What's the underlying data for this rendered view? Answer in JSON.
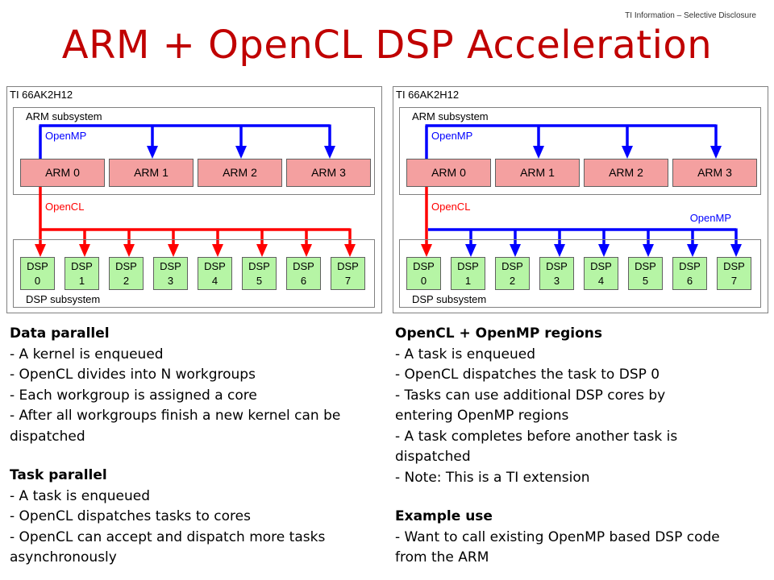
{
  "slide": {
    "disclosure": "TI Information – Selective Disclosure",
    "title": "ARM + OpenCL DSP Acceleration"
  },
  "diagrams": [
    {
      "chip": "TI 66AK2H12",
      "arm_subsystem": "ARM subsystem",
      "dsp_subsystem": "DSP subsystem",
      "openmp_label": "OpenMP",
      "opencl_label": "OpenCL",
      "arm_cores": [
        "ARM 0",
        "ARM 1",
        "ARM 2",
        "ARM 3"
      ],
      "dsp_cores": [
        [
          "DSP",
          "0"
        ],
        [
          "DSP",
          "1"
        ],
        [
          "DSP",
          "2"
        ],
        [
          "DSP",
          "3"
        ],
        [
          "DSP",
          "4"
        ],
        [
          "DSP",
          "5"
        ],
        [
          "DSP",
          "6"
        ],
        [
          "DSP",
          "7"
        ]
      ]
    },
    {
      "chip": "TI 66AK2H12",
      "arm_subsystem": "ARM subsystem",
      "dsp_subsystem": "DSP subsystem",
      "openmp_label": "OpenMP",
      "opencl_label": "OpenCL",
      "openmp2_label": "OpenMP",
      "arm_cores": [
        "ARM 0",
        "ARM 1",
        "ARM 2",
        "ARM 3"
      ],
      "dsp_cores": [
        [
          "DSP",
          "0"
        ],
        [
          "DSP",
          "1"
        ],
        [
          "DSP",
          "2"
        ],
        [
          "DSP",
          "3"
        ],
        [
          "DSP",
          "4"
        ],
        [
          "DSP",
          "5"
        ],
        [
          "DSP",
          "6"
        ],
        [
          "DSP",
          "7"
        ]
      ]
    }
  ],
  "colors": {
    "arm_fill": "#f4a0a0",
    "dsp_fill": "#b6f5a5",
    "openmp": "#0000ff",
    "opencl": "#ff0000",
    "title": "#c00000"
  },
  "left_text": [
    {
      "heading": "Data parallel",
      "lines": [
        "- A kernel is enqueued",
        "- OpenCL divides into N workgroups",
        "- Each workgroup is assigned a core",
        "- After all workgroups finish a new kernel can be",
        "dispatched"
      ]
    },
    {
      "heading": "Task parallel",
      "lines": [
        "- A task is enqueued",
        "- OpenCL dispatches tasks to cores",
        "- OpenCL can accept and dispatch more tasks",
        "asynchronously"
      ]
    }
  ],
  "right_text": [
    {
      "heading": "OpenCL + OpenMP regions",
      "lines": [
        "- A task is enqueued",
        "- OpenCL dispatches the task to DSP 0",
        "- Tasks can use additional DSP cores by",
        "entering OpenMP regions",
        "- A task completes before another task is",
        "dispatched",
        "- Note: This is a TI extension"
      ]
    },
    {
      "heading": "Example use",
      "lines": [
        "- Want to call existing OpenMP based DSP code",
        "from the ARM"
      ]
    }
  ]
}
